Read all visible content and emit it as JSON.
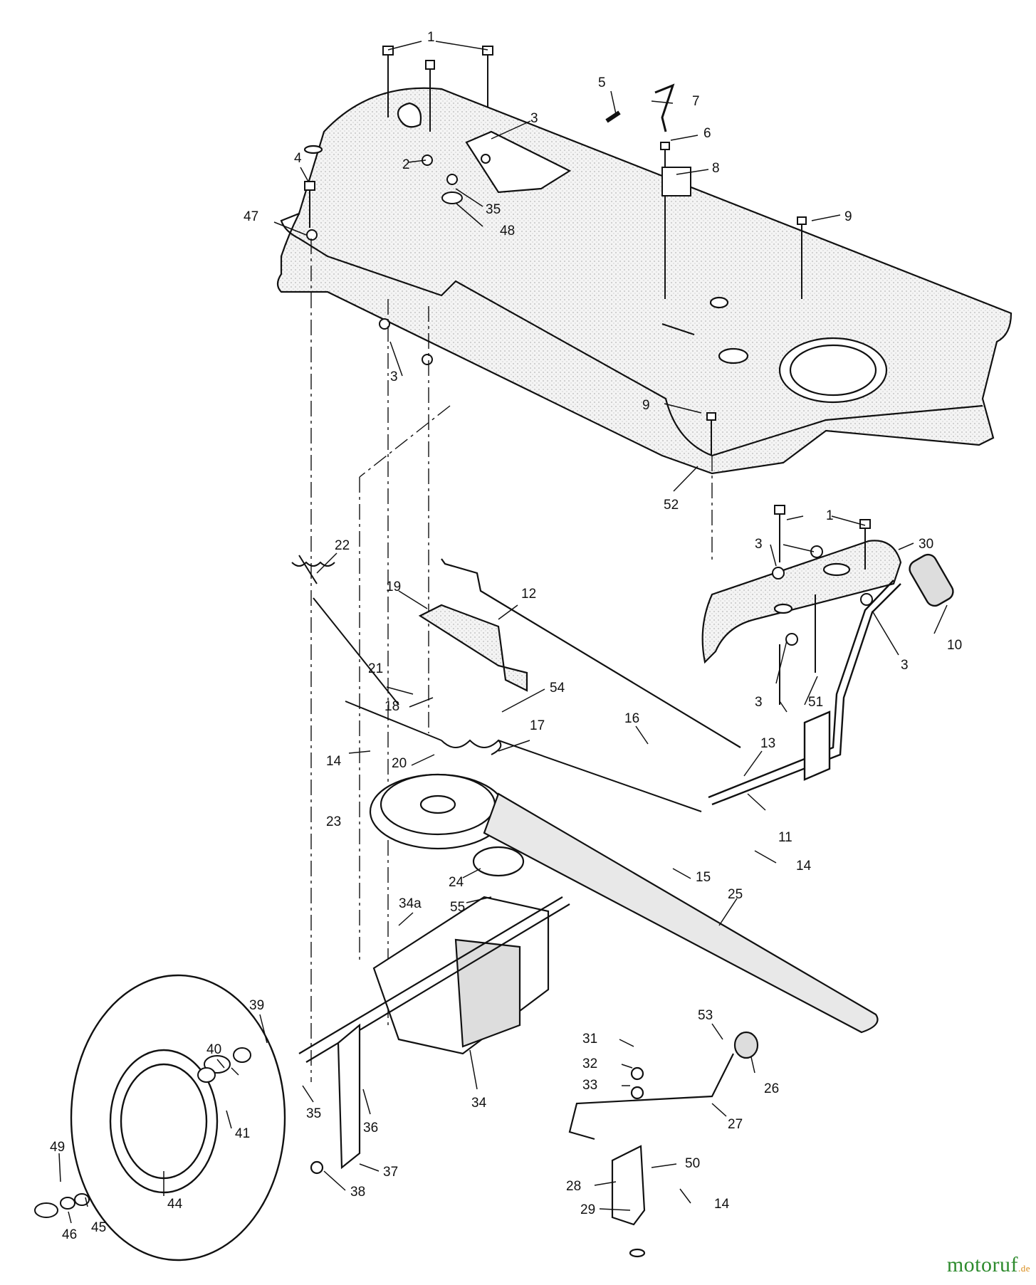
{
  "diagram": {
    "labels": [
      "1",
      "2",
      "3",
      "4",
      "5",
      "6",
      "7",
      "8",
      "9",
      "10",
      "11",
      "12",
      "13",
      "14",
      "15",
      "16",
      "17",
      "18",
      "19",
      "20",
      "21",
      "22",
      "23",
      "24",
      "25",
      "26",
      "27",
      "28",
      "29",
      "30",
      "31",
      "32",
      "33",
      "34",
      "34a",
      "35",
      "36",
      "37",
      "38",
      "39",
      "40",
      "41",
      "44",
      "45",
      "46",
      "47",
      "48",
      "49",
      "50",
      "51",
      "52",
      "53",
      "54",
      "55"
    ]
  },
  "callouts": {
    "top_1": "1",
    "top_2": "2",
    "top_3": "3",
    "top_4": "4",
    "top_5": "5",
    "top_6": "6",
    "top_7": "7",
    "top_8": "8",
    "top_9a": "9",
    "top_9b": "9",
    "top_35": "35",
    "top_47": "47",
    "top_48": "48",
    "top_3b": "3",
    "top_52": "52",
    "r_1": "1",
    "r_3a": "3",
    "r_30": "30",
    "r_10": "10",
    "r_3b": "3",
    "r_3c": "3",
    "r_51": "51",
    "m_22": "22",
    "m_19": "19",
    "m_12": "12",
    "m_21": "21",
    "m_54": "54",
    "m_18": "18",
    "m_16": "16",
    "m_17": "17",
    "m_13": "13",
    "m_14a": "14",
    "m_20": "20",
    "m_23": "23",
    "m_11": "11",
    "m_14b": "14",
    "m_15": "15",
    "m_24": "24",
    "m_55": "55",
    "m_25": "25",
    "m_34a": "34a",
    "b_39": "39",
    "b_40": "40",
    "b_41": "41",
    "b_35": "35",
    "b_36": "36",
    "b_34": "34",
    "b_37": "37",
    "b_38": "38",
    "b_49": "49",
    "b_44": "44",
    "b_45": "45",
    "b_46": "46",
    "b_53": "53",
    "b_26": "26",
    "b_31": "31",
    "b_32": "32",
    "b_33": "33",
    "b_27": "27",
    "b_50": "50",
    "b_28": "28",
    "b_29": "29",
    "b_14": "14"
  },
  "watermark": {
    "name": "motoruf",
    "tld": ".de"
  },
  "colors": {
    "line": "#111111",
    "panel_fill": "#f2f2f2",
    "belt_fill": "#e8e8e8",
    "logo_green": "#2e8b2e",
    "logo_orange": "#d98a16"
  }
}
